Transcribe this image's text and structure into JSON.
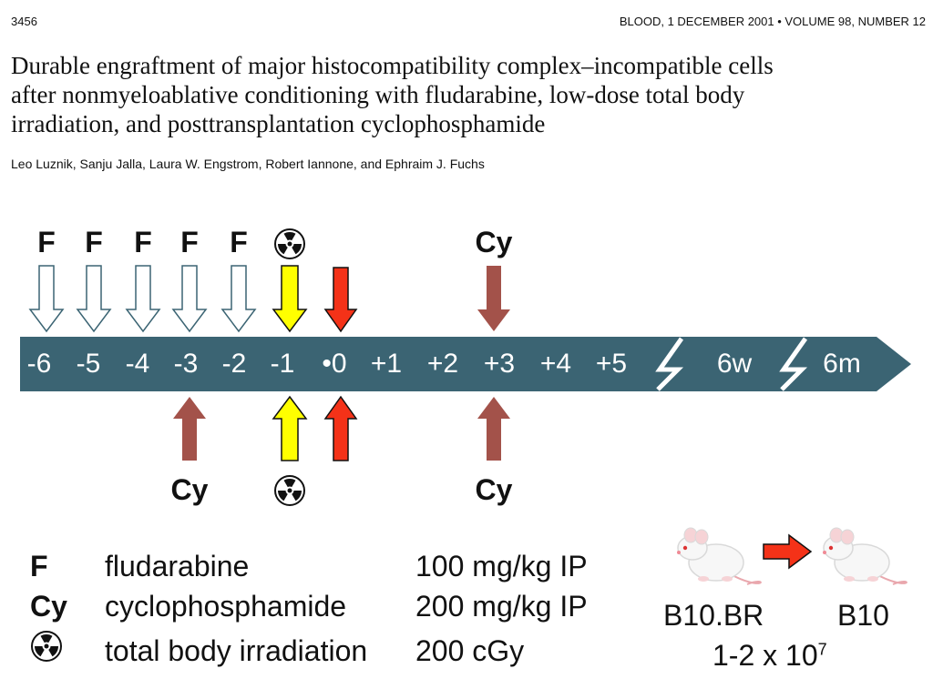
{
  "header": {
    "page_number": "3456",
    "journal": "BLOOD, 1 DECEMBER 2001 • VOLUME 98, NUMBER 12"
  },
  "article": {
    "title_lines": [
      "Durable engraftment of major histocompatibility complex–incompatible cells",
      "after nonmyeloablative conditioning with fludarabine, low-dose total body",
      "irradiation, and posttransplantation cyclophosphamide"
    ],
    "authors": "Leo Luznik, Sanju Jalla, Laura W. Engstrom, Robert Iannone, and Ephraim J. Fuchs"
  },
  "timeline": {
    "ticks": [
      "-6",
      "-5",
      "-4",
      "-3",
      "-2",
      "-1",
      "•0",
      "+1",
      "+2",
      "+3",
      "+4",
      "+5",
      "6w",
      "6m"
    ],
    "top_labels": [
      "F",
      "F",
      "F",
      "F",
      "F",
      "Cy"
    ],
    "bottom_labels": [
      "Cy",
      "Cy"
    ],
    "colors": {
      "bar": "#3b6473",
      "fludarabine_arrow": "#ffffff",
      "irradiation_arrow": "#ffff00",
      "transplant_arrow": "#f43218",
      "cyclophosphamide_arrow": "#a3524a"
    }
  },
  "legend": [
    {
      "symbol": "F",
      "drug": "fludarabine",
      "dose": "100 mg/kg IP"
    },
    {
      "symbol": "Cy",
      "drug": "cyclophosphamide",
      "dose": "200 mg/kg IP"
    },
    {
      "symbol": "radiation-icon",
      "drug": "total body irradiation",
      "dose": "200 cGy"
    }
  ],
  "transplant": {
    "donor": "B10.BR",
    "recipient": "B10",
    "cell_dose": "1-2 x 10",
    "cell_dose_exponent": "7",
    "arrow_color": "#f43218"
  }
}
